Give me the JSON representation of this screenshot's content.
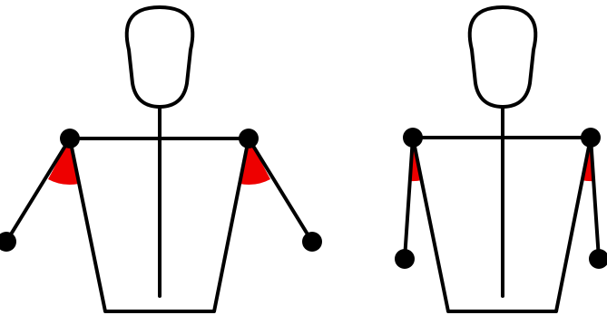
{
  "colors": {
    "background": "#ffffff",
    "stroke": "#000000",
    "joint": "#000000",
    "angle_highlight": "#ee0000"
  },
  "figures": [
    {
      "pose": "arms-raised-outward",
      "parts": [
        "head",
        "spine",
        "shoulder-bar",
        "torso-outline",
        "left-arm",
        "right-arm",
        "left-shoulder-angle",
        "right-shoulder-angle"
      ]
    },
    {
      "pose": "arms-down",
      "parts": [
        "head",
        "spine",
        "shoulder-bar",
        "torso-outline",
        "left-arm",
        "right-arm",
        "left-shoulder-angle",
        "right-shoulder-angle"
      ]
    }
  ]
}
